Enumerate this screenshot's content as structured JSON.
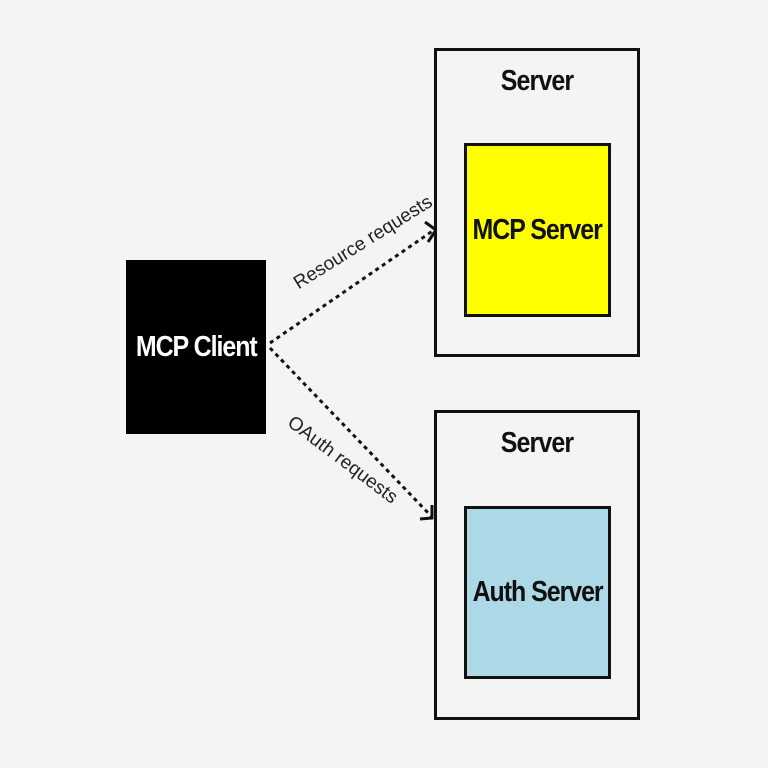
{
  "client": {
    "label": "MCP Client",
    "color": "#000000",
    "text_color": "#ffffff"
  },
  "servers": [
    {
      "frame_label": "Server",
      "inner_label": "MCP Server",
      "inner_color": "#ffff00"
    },
    {
      "frame_label": "Server",
      "inner_label": "Auth Server",
      "inner_color": "#add8e6"
    }
  ],
  "edges": {
    "resource_label": "Resource requests",
    "oauth_label": "OAuth requests",
    "style": "dotted arrow"
  },
  "colors": {
    "background": "#f4f4f4",
    "stroke": "#111111"
  }
}
